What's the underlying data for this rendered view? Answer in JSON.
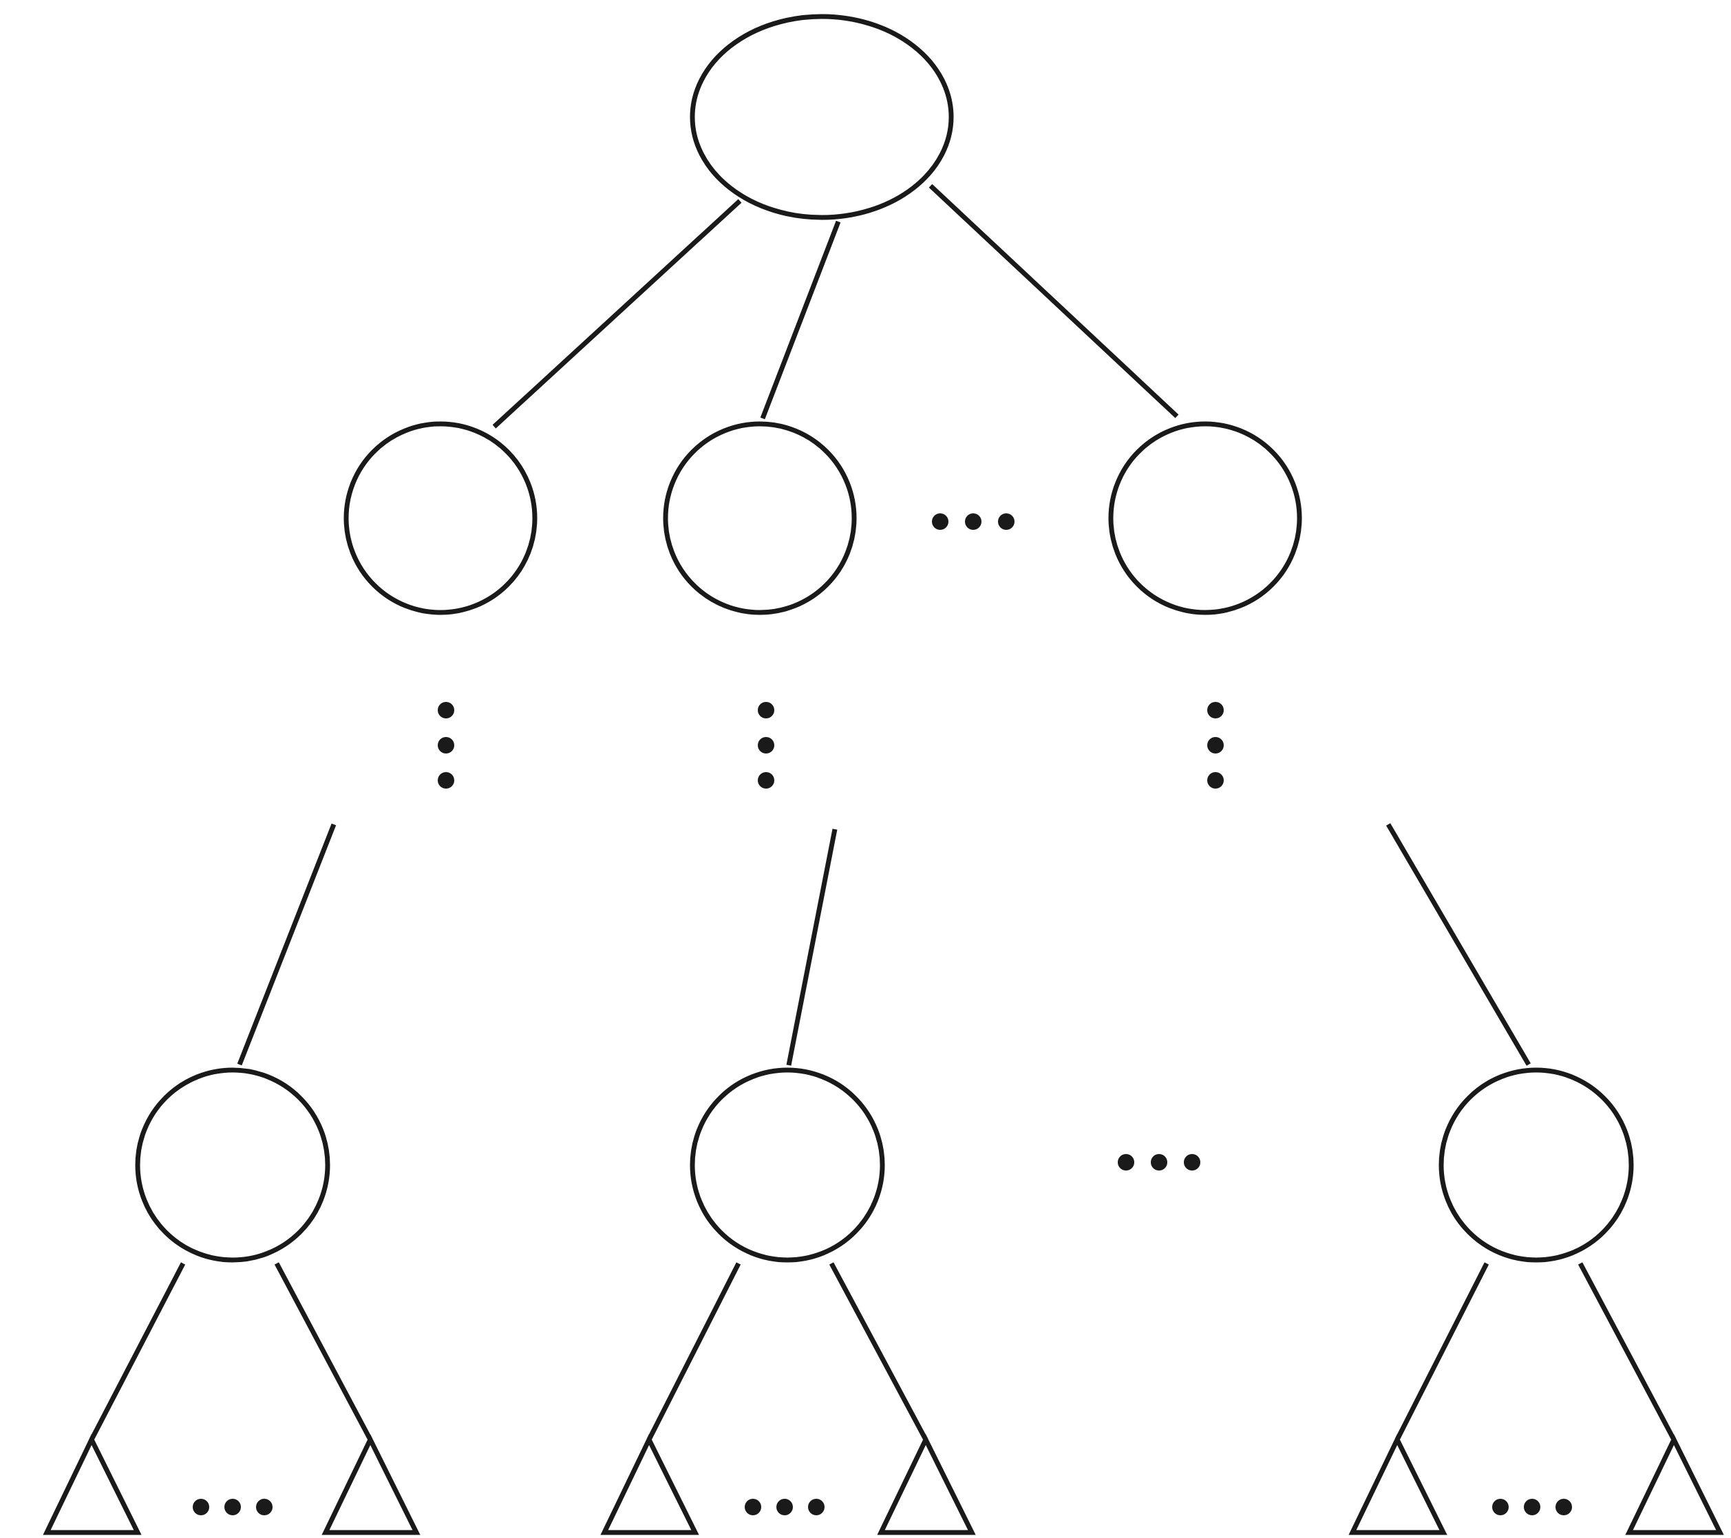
{
  "diagram": {
    "type": "tree",
    "stroke_color": "#1a1a1a",
    "background_color": "#ffffff",
    "root": {
      "shape": "ellipse",
      "children_level": {
        "shape": "circle",
        "count_shown": 3,
        "horizontal_ellipsis": true,
        "vertical_ellipsis_below_each": true
      },
      "deep_level": {
        "shape": "circle",
        "count_shown": 3,
        "horizontal_ellipsis": true,
        "subtrees": {
          "shape": "triangle",
          "per_node": 2,
          "horizontal_ellipsis_between": true
        }
      }
    }
  }
}
